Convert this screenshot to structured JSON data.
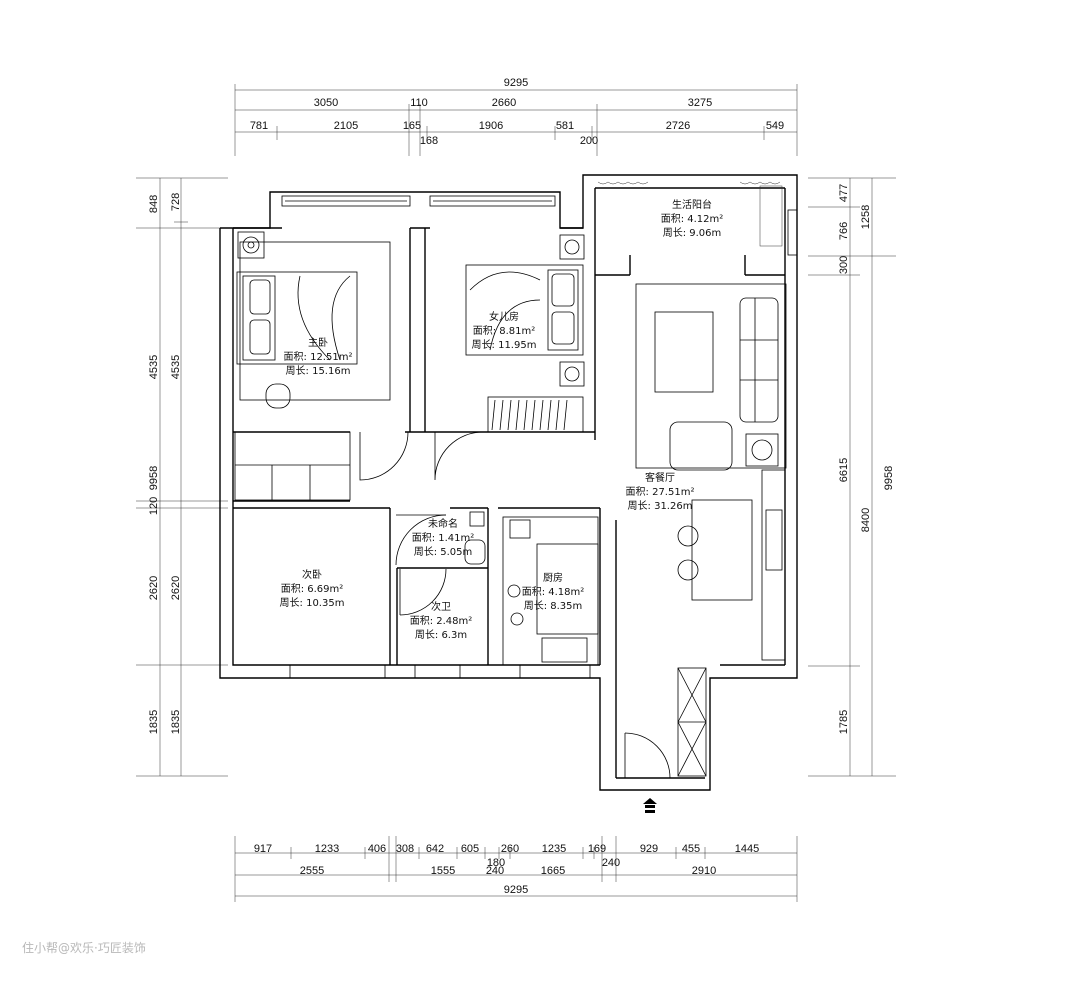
{
  "dimensions": {
    "top_total": "9295",
    "top_row1": [
      "3050",
      "110",
      "2660",
      "3275"
    ],
    "top_row2": [
      "781",
      "2105",
      "165",
      "1906",
      "581",
      "2726",
      "549"
    ],
    "top_extra": [
      "168",
      "200"
    ],
    "bottom_row1": [
      "917",
      "1233",
      "406",
      "308",
      "642",
      "605",
      "260",
      "1235",
      "169",
      "929",
      "455",
      "1445"
    ],
    "bottom_mid": [
      "180",
      "240",
      "240"
    ],
    "bottom_row2": [
      "2555",
      "1555",
      "1665",
      "2910"
    ],
    "bottom_total": "9295",
    "left_outer": [
      "848",
      "9958",
      "120",
      "2620",
      "1835"
    ],
    "left_inner": [
      "728",
      "4535",
      "4535",
      "2620",
      "1835"
    ],
    "right_inner": [
      "477",
      "766",
      "300",
      "6615",
      "1785"
    ],
    "right_outer": [
      "1258",
      "8400",
      "9958"
    ]
  },
  "rooms": [
    {
      "name": "主卧",
      "area": "面积: 12.51m²",
      "perimeter": "周长: 15.16m"
    },
    {
      "name": "女儿房",
      "area": "面积: 8.81m²",
      "perimeter": "周长: 11.95m"
    },
    {
      "name": "生活阳台",
      "area": "面积: 4.12m²",
      "perimeter": "周长: 9.06m"
    },
    {
      "name": "客餐厅",
      "area": "面积: 27.51m²",
      "perimeter": "周长: 31.26m"
    },
    {
      "name": "未命名",
      "area": "面积: 1.41m²",
      "perimeter": "周长: 5.05m"
    },
    {
      "name": "次卧",
      "area": "面积: 6.69m²",
      "perimeter": "周长: 10.35m"
    },
    {
      "name": "次卫",
      "area": "面积: 2.48m²",
      "perimeter": "周长: 6.3m"
    },
    {
      "name": "厨房",
      "area": "面积: 4.18m²",
      "perimeter": "周长: 8.35m"
    }
  ],
  "watermark": "住小帮@欢乐·巧匠装饰"
}
